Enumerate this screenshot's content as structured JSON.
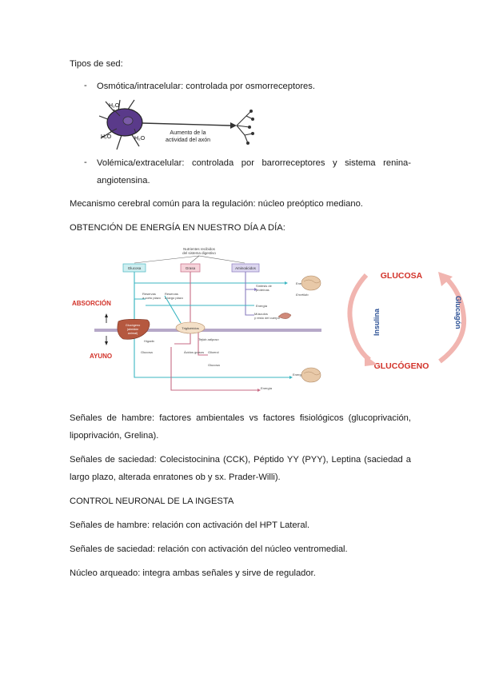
{
  "doc": {
    "heading_tipos": "Tipos de sed:",
    "bullet_dash": "-",
    "bullet1": "Osmótica/intracelular: controlada por osmorreceptores.",
    "neuron": {
      "h2o_1": "H₂O",
      "h2o_2": "H₂O",
      "h2o_3": "H₂O",
      "caption_l1": "Aumento de la",
      "caption_l2": "actividad del axón"
    },
    "bullet2_l1": "Volémica/extracelular: controlada por barorreceptores y sistema renina-",
    "bullet2_l2": "angiotensina.",
    "mecanismo": "Mecanismo cerebral común para la regulación: núcleo preóptico mediano.",
    "obtencion": "OBTENCIÓN DE ENERGÍA EN NUESTRO DÍA A DÍA:",
    "diagram": {
      "top_l1": "Nutrientes recibidos",
      "top_l2": "del sistema digestivo",
      "glucosa": "Glucosa",
      "grasa": "Grasa",
      "aminoacidos": "Aminoácidos",
      "absorcion": "ABSORCIÓN",
      "ayuno": "AYUNO",
      "reservas_corto_l1": "Reservas",
      "reservas_corto_l2": "a corto plazo",
      "reservas_largo_l1": "Reservas",
      "reservas_largo_l2": "a largo plazo",
      "sintesis_l1": "Síntesis de",
      "sintesis_l2": "proteínas",
      "energia_1": "Energía",
      "energia_2": "Energía",
      "energia_3": "Energía",
      "energia_4": "Energía",
      "encefalo": "Encéfalo",
      "musculos_l1": "Músculos",
      "musculos_l2": "y resto del cuerpo",
      "glucogeno_l1": "Glucógeno",
      "glucogeno_l2": "(almidón",
      "glucogeno_l3": "animal)",
      "higado": "Hígado",
      "trigliceridos": "Triglicéridos",
      "tejido_adiposo": "Tejido adiposo",
      "acidos_grasos": "Ácidos grasos",
      "glicerol": "Glicerol",
      "glucosa_low": "Glucosa",
      "glucosa_mid": "Glucosa"
    },
    "cycle": {
      "glucosa": "GLUCOSA",
      "glucogeno": "GLUCÓGENO",
      "insulina": "Insulina",
      "glucagon": "Glucagón"
    },
    "hambre_l1": "Señales de hambre: factores ambientales vs factores fisiológicos (glucoprivación,",
    "hambre_l2": "lipoprivación, Grelina).",
    "saciedad_l1": "Señales de saciedad: Colecistocinina (CCK), Péptido YY (PYY), Leptina (saciedad a",
    "saciedad_l2": "largo plazo, alterada enratones ob y sx. Prader-Willi).",
    "control": "CONTROL NEURONAL DE LA INGESTA",
    "hambre_hpt": "Señales de hambre: relación con activación del HPT Lateral.",
    "saciedad_vm": "Señales de saciedad: relación con activación del núcleo ventromedial.",
    "arqueado": "Núcleo arqueado: integra ambas señales y sirve de regulador."
  }
}
